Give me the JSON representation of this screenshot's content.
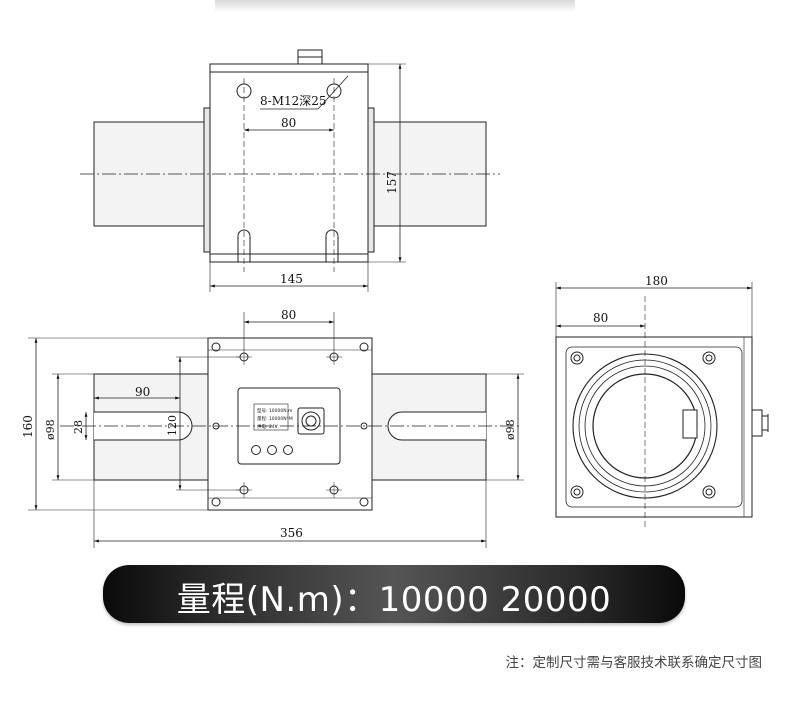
{
  "dimensions": {
    "thread_spec": "8-M12深25",
    "top_hole_spacing": "80",
    "top_height": "157",
    "top_body_width": "145",
    "front_hole_spacing": "80",
    "front_left_offset": "90",
    "front_height": "160",
    "front_shaft_dia_left": "ø98",
    "front_keyway": "28",
    "front_hole_height": "120",
    "front_shaft_dia_right": "ø98",
    "front_length": "356",
    "side_width": "180",
    "side_hole_spacing": "80"
  },
  "nameplate": {
    "line1": "型号: 10000N.m",
    "line2": "量程: 10000N*M",
    "line3": "供电: 24V"
  },
  "banner": {
    "text": "量程(N.m)：10000  20000"
  },
  "footnote": "注：定制尺寸需与客服技术联系确定尺寸图"
}
